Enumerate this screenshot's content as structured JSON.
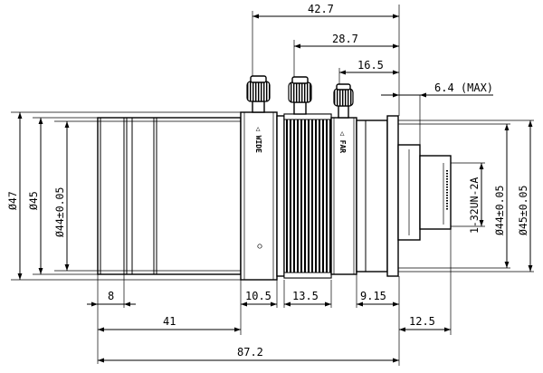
{
  "drawing": {
    "horizontal_dimensions": {
      "overall_to_mount": "42.7",
      "focus_ring_to_mount": "28.7",
      "iris_ring_to_mount": "16.5",
      "back_protrusion_max": "6.4 (MAX)",
      "front_collar_width": "8",
      "front_barrel_length": "41",
      "zoom_section": "10.5",
      "knurled_ring_width": "13.5",
      "rear_section": "9.15",
      "mount_thread_length": "12.5",
      "total_length": "87.2"
    },
    "vertical_dimensions": {
      "front_outer_diameter": "Ø47",
      "front_barrel_diameter": "Ø45",
      "front_inner_diameter": "Ø44±0.05",
      "mount_thread": "1-32UN-2A",
      "rear_inner_diameter": "Ø44±0.05",
      "rear_outer_diameter": "Ø45±0.05"
    },
    "ring_markings": {
      "zoom_ring": "◁ WIDE",
      "iris_ring": "◁ FAR"
    }
  }
}
